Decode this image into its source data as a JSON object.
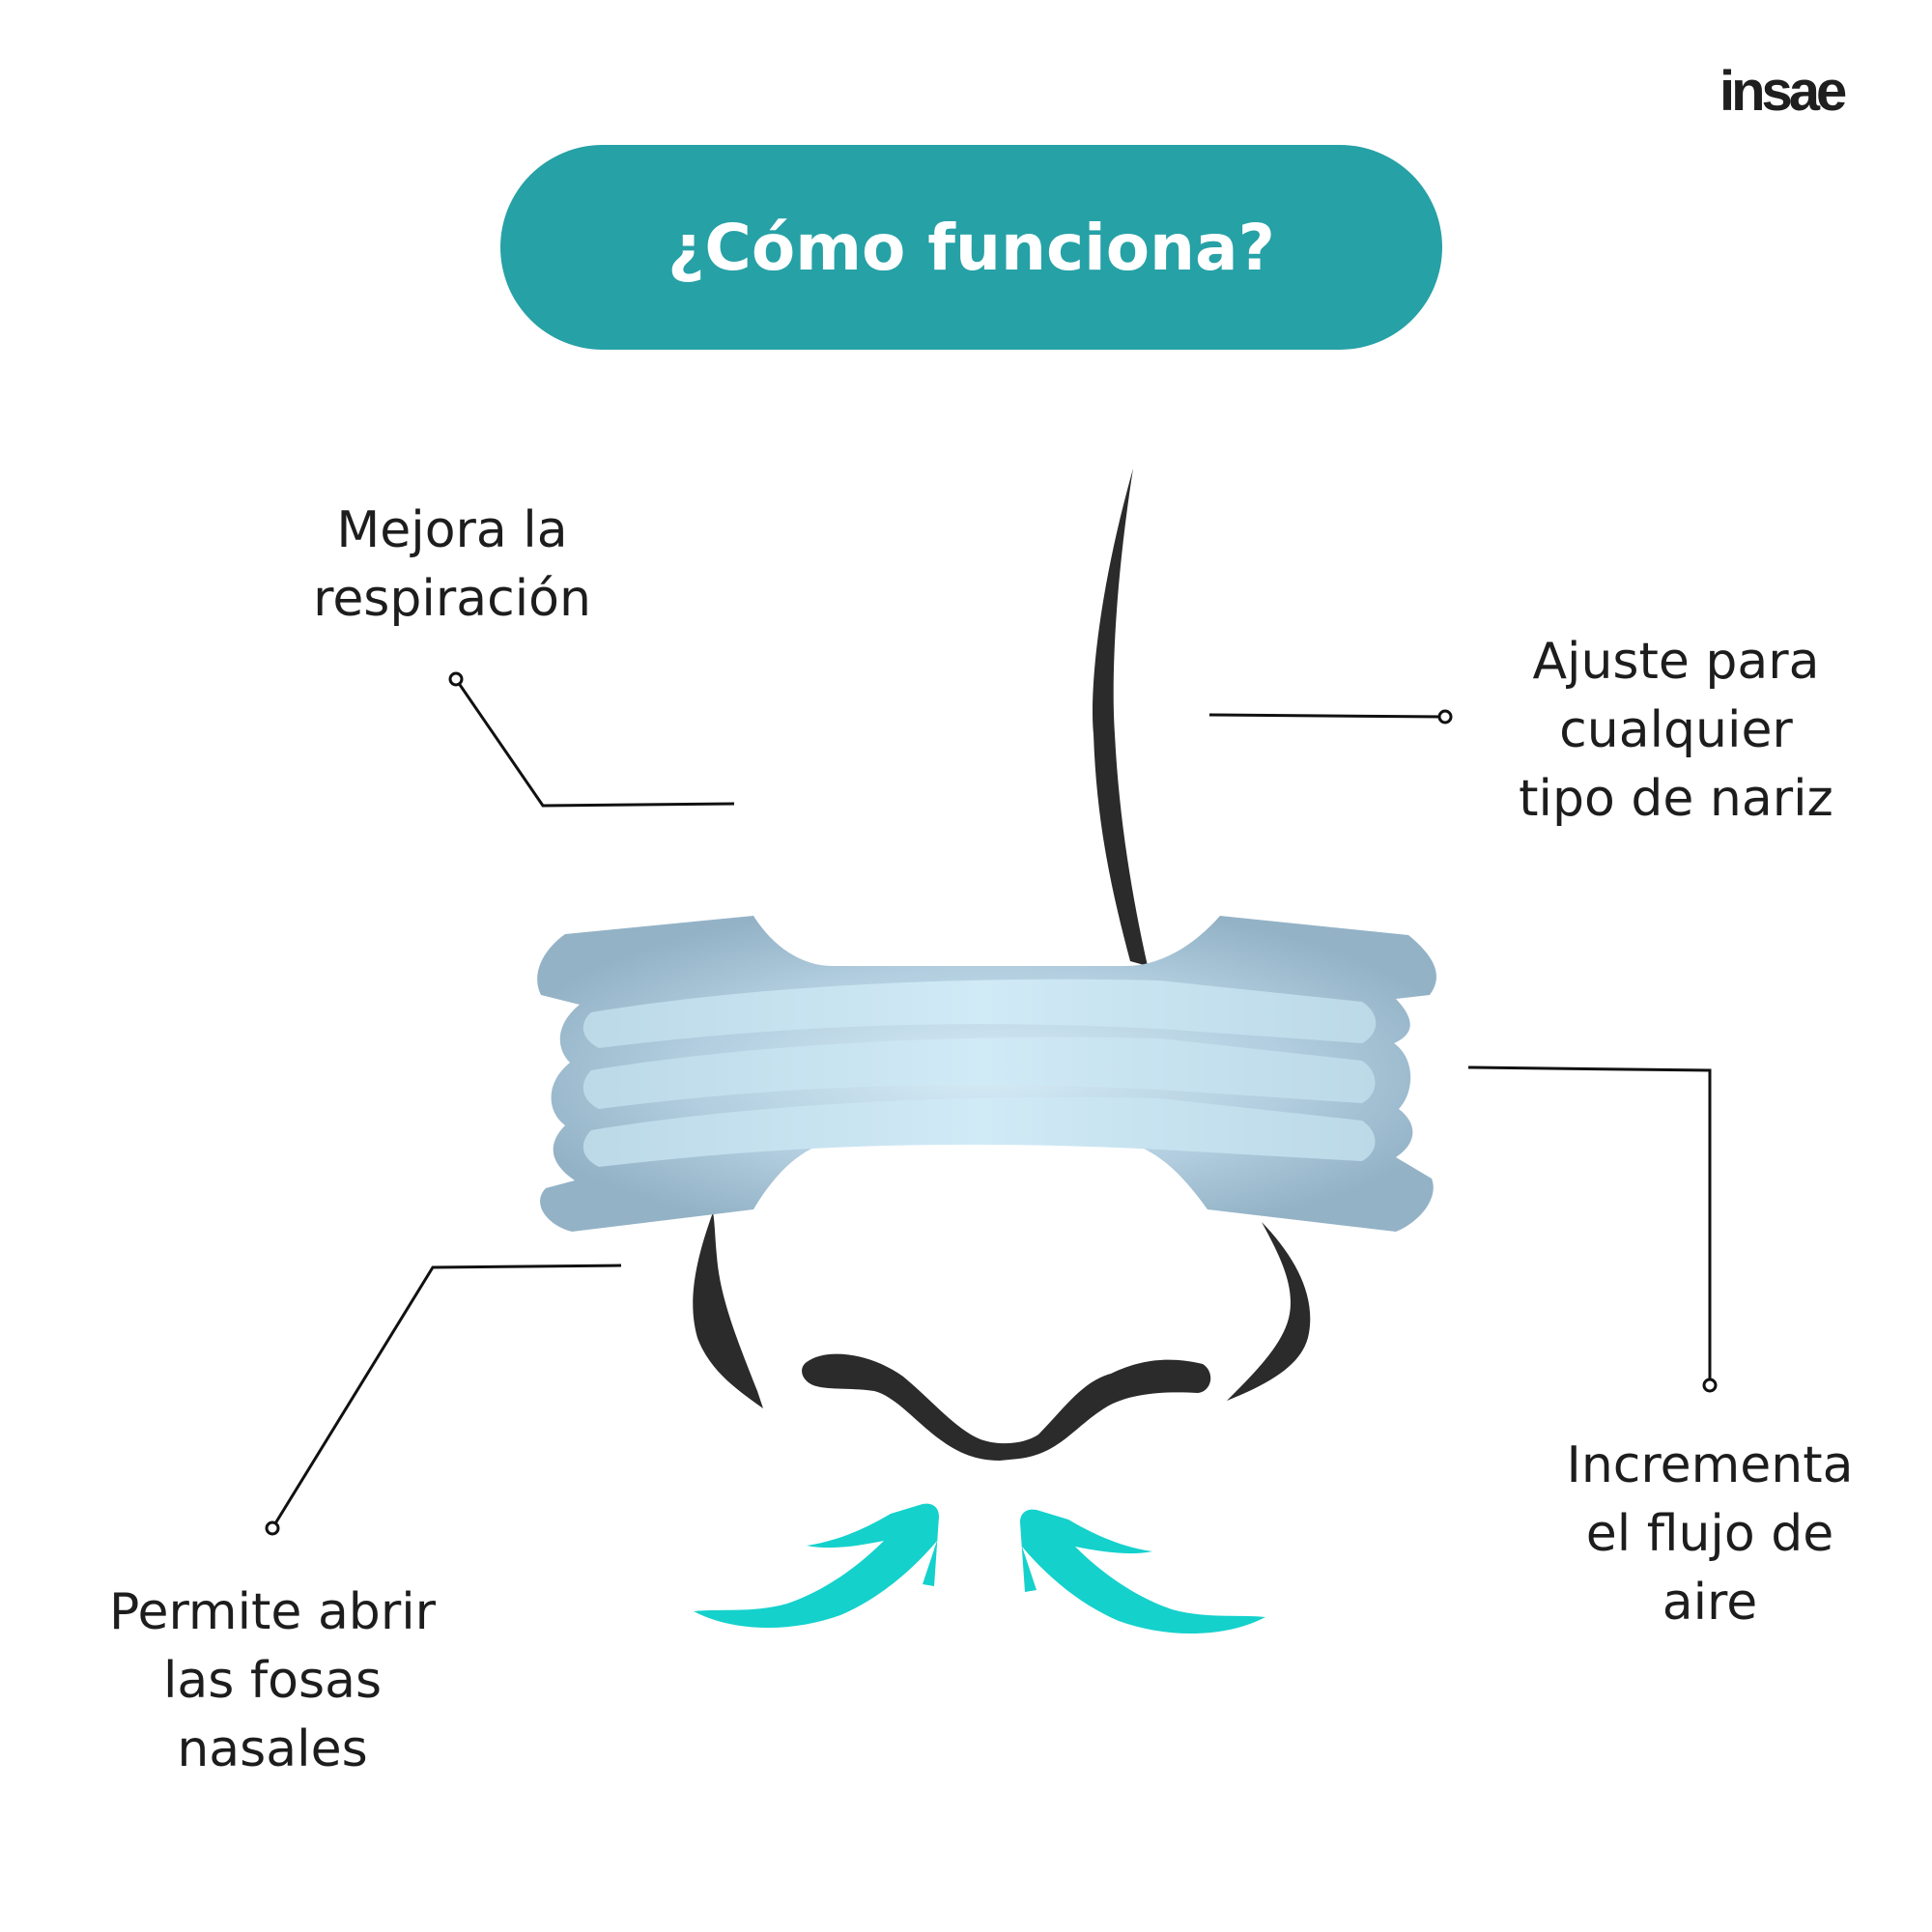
{
  "brand": {
    "logo_text": "insae"
  },
  "title": "¿Cómo funciona?",
  "labels": {
    "top_left": [
      "Mejora la",
      "respiración"
    ],
    "top_right": [
      "Ajuste para",
      "cualquier",
      "tipo de nariz"
    ],
    "bottom_left": [
      "Permite abrir",
      "las fosas",
      "nasales"
    ],
    "bottom_right": [
      "Incrementa",
      "el flujo de",
      "aire"
    ]
  },
  "colors": {
    "title_bg": "#26a1a6",
    "dilator_blue": "#a7c4d6",
    "arrow_cyan": "#14d1cc",
    "nose_outline": "#2b2b2b"
  }
}
